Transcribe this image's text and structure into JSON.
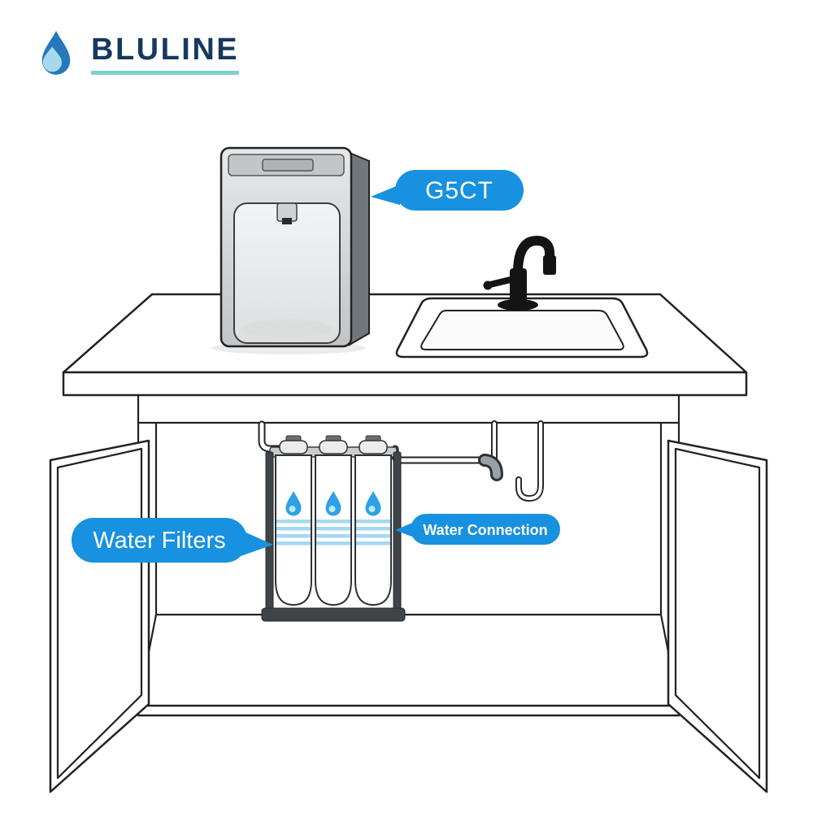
{
  "brand": {
    "name": "BLULINE",
    "logo_icon": "water-drop-icon",
    "colors": {
      "name_text": "#16395f",
      "underline": "#7fd0cd",
      "drop_dark": "#2478bc",
      "drop_light": "#a9d8ec"
    }
  },
  "diagram": {
    "bubble_color": "#1791e0",
    "bubble_text_color": "#ffffff",
    "callouts": [
      {
        "id": "dispenser",
        "label": "G5CT",
        "target": "countertop-dispenser"
      },
      {
        "id": "filters",
        "label": "Water Filters",
        "target": "filter-bank"
      },
      {
        "id": "connection",
        "label": "Water Connection",
        "target": "under-sink-plumbing"
      }
    ],
    "objects": [
      "countertop-dispenser",
      "kitchen-counter",
      "sink",
      "faucet",
      "cabinet-open-doors",
      "water-filter-bank",
      "under-sink-pipes"
    ]
  }
}
